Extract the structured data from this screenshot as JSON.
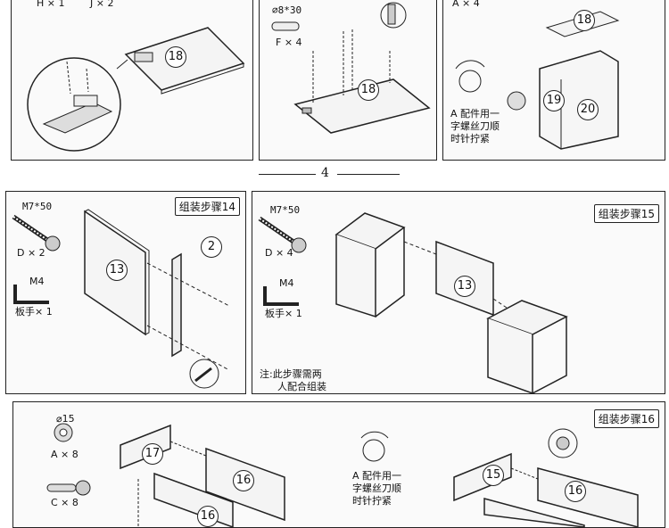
{
  "page_number": "4",
  "top_row": {
    "panel1": {
      "parts": [
        "H × 1",
        "J × 2"
      ],
      "board": "18"
    },
    "panel2": {
      "size": "⌀8*30",
      "qty": "F × 4",
      "board": "18"
    },
    "panel3": {
      "qty": "A × 4",
      "note_l1": "A 配件用一",
      "note_l2": "字螺丝刀顺",
      "note_l3": "时针拧紧",
      "boards": [
        "18",
        "19",
        "20"
      ]
    }
  },
  "step14": {
    "title": "组装步骤14",
    "screw_label": "M7*50",
    "screw_qty": "D × 2",
    "wrench_size": "M4",
    "wrench_label": "板手× 1",
    "boards": [
      "13",
      "2"
    ]
  },
  "step15": {
    "title": "组装步骤15",
    "screw_label": "M7*50",
    "screw_qty": "D × 4",
    "wrench_size": "M4",
    "wrench_label": "板手× 1",
    "note_l1": "注:此步骤需两",
    "note_l2": "人配合组装",
    "board": "13"
  },
  "step16": {
    "title": "组装步骤16",
    "cam_size": "⌀15",
    "cam_qty": "A × 8",
    "dowel_qty": "C × 8",
    "note_l1": "A 配件用一",
    "note_l2": "字螺丝刀顺",
    "note_l3": "时针拧紧",
    "boards": [
      "17",
      "16",
      "16",
      "15",
      "16"
    ]
  }
}
